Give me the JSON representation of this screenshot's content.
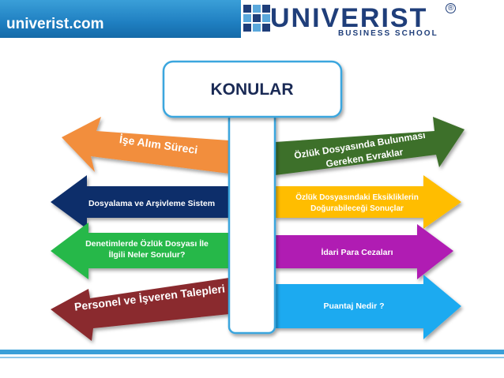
{
  "header": {
    "site": "univerist.com",
    "logo_word": "UNIVERIST",
    "logo_sub": "BUSINESS SCHOOL",
    "logo_mark": "®"
  },
  "title": "KONULAR",
  "left_topics": [
    {
      "label": "İşe Alım Süreci",
      "color": "#f28e3c"
    },
    {
      "label": "Dosyalama ve Arşivleme Sistem",
      "color": "#0f2e6b"
    },
    {
      "label_line1": "Denetimlerde Özlük Dosyası İle",
      "label_line2": "İlgili Neler Sorulur?",
      "color": "#27b84a"
    },
    {
      "label": "Personel ve İşveren Talepleri",
      "color": "#8a2c2e"
    }
  ],
  "right_topics": [
    {
      "label_line1": "Özlük Dosyasında Bulunması",
      "label_line2": "Gereken Evraklar",
      "color": "#3e6f2b"
    },
    {
      "label_line1": "Özlük Dosyasındaki Eksikliklerin",
      "label_line2": "Doğurabileceği Sonuçlar",
      "color": "#ffbd00"
    },
    {
      "label": "İdari Para Cezaları",
      "color": "#b01fb3"
    },
    {
      "label": "Puantaj Nedir ?",
      "color": "#1faaf0"
    }
  ]
}
